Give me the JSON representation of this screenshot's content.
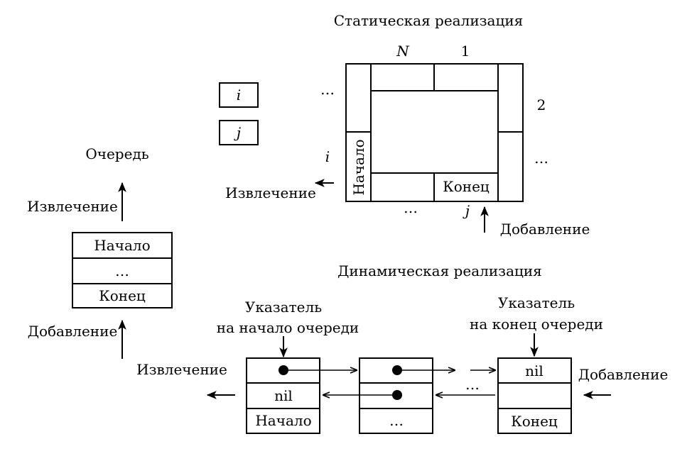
{
  "queue": {
    "title": "Очередь",
    "extract_label": "Извлечение",
    "add_label": "Добавление",
    "cells": [
      "Начало",
      "…",
      "Конец"
    ]
  },
  "static_impl": {
    "title": "Статическая реализация",
    "index_i": "i",
    "index_j": "j",
    "label_N": "N",
    "label_1": "1",
    "label_2": "2",
    "dots_left": "…",
    "dots_right": "…",
    "dots_bottom": "…",
    "label_i_side": "i",
    "label_j_side": "j",
    "start_label": "Начало",
    "end_label": "Конец",
    "extract_label": "Извлечение",
    "add_label": "Добавление"
  },
  "dynamic_impl": {
    "title": "Динамическая реализация",
    "head_pointer_label": [
      "Указатель",
      "на начало очереди"
    ],
    "tail_pointer_label": [
      "Указатель",
      "на конец очереди"
    ],
    "extract_label": "Извлечение",
    "add_label": "Добавление",
    "node1": {
      "nil": "nil",
      "start": "Начало"
    },
    "node2": {
      "dots": "…"
    },
    "node3": {
      "nil": "nil",
      "end": "Конец"
    },
    "between_dots": "…"
  }
}
